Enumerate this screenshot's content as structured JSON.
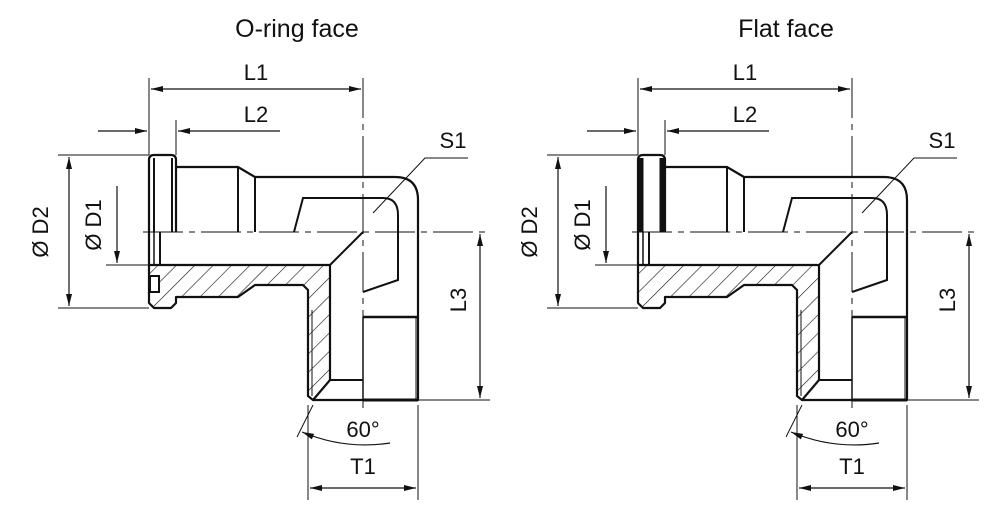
{
  "drawings": [
    {
      "title": "O-ring face",
      "variant": "o-ring",
      "labels": {
        "l1": "L1",
        "l2": "L2",
        "s1": "S1",
        "d2": "Ø D2",
        "d1": "Ø D1",
        "l3": "L3",
        "angle": "60°",
        "t1": "T1"
      }
    },
    {
      "title": "Flat face",
      "variant": "flat",
      "labels": {
        "l1": "L1",
        "l2": "L2",
        "s1": "S1",
        "d2": "Ø D2",
        "d1": "Ø D1",
        "l3": "L3",
        "angle": "60°",
        "t1": "T1"
      }
    }
  ],
  "colors": {
    "line": "#111111",
    "background": "#ffffff"
  }
}
